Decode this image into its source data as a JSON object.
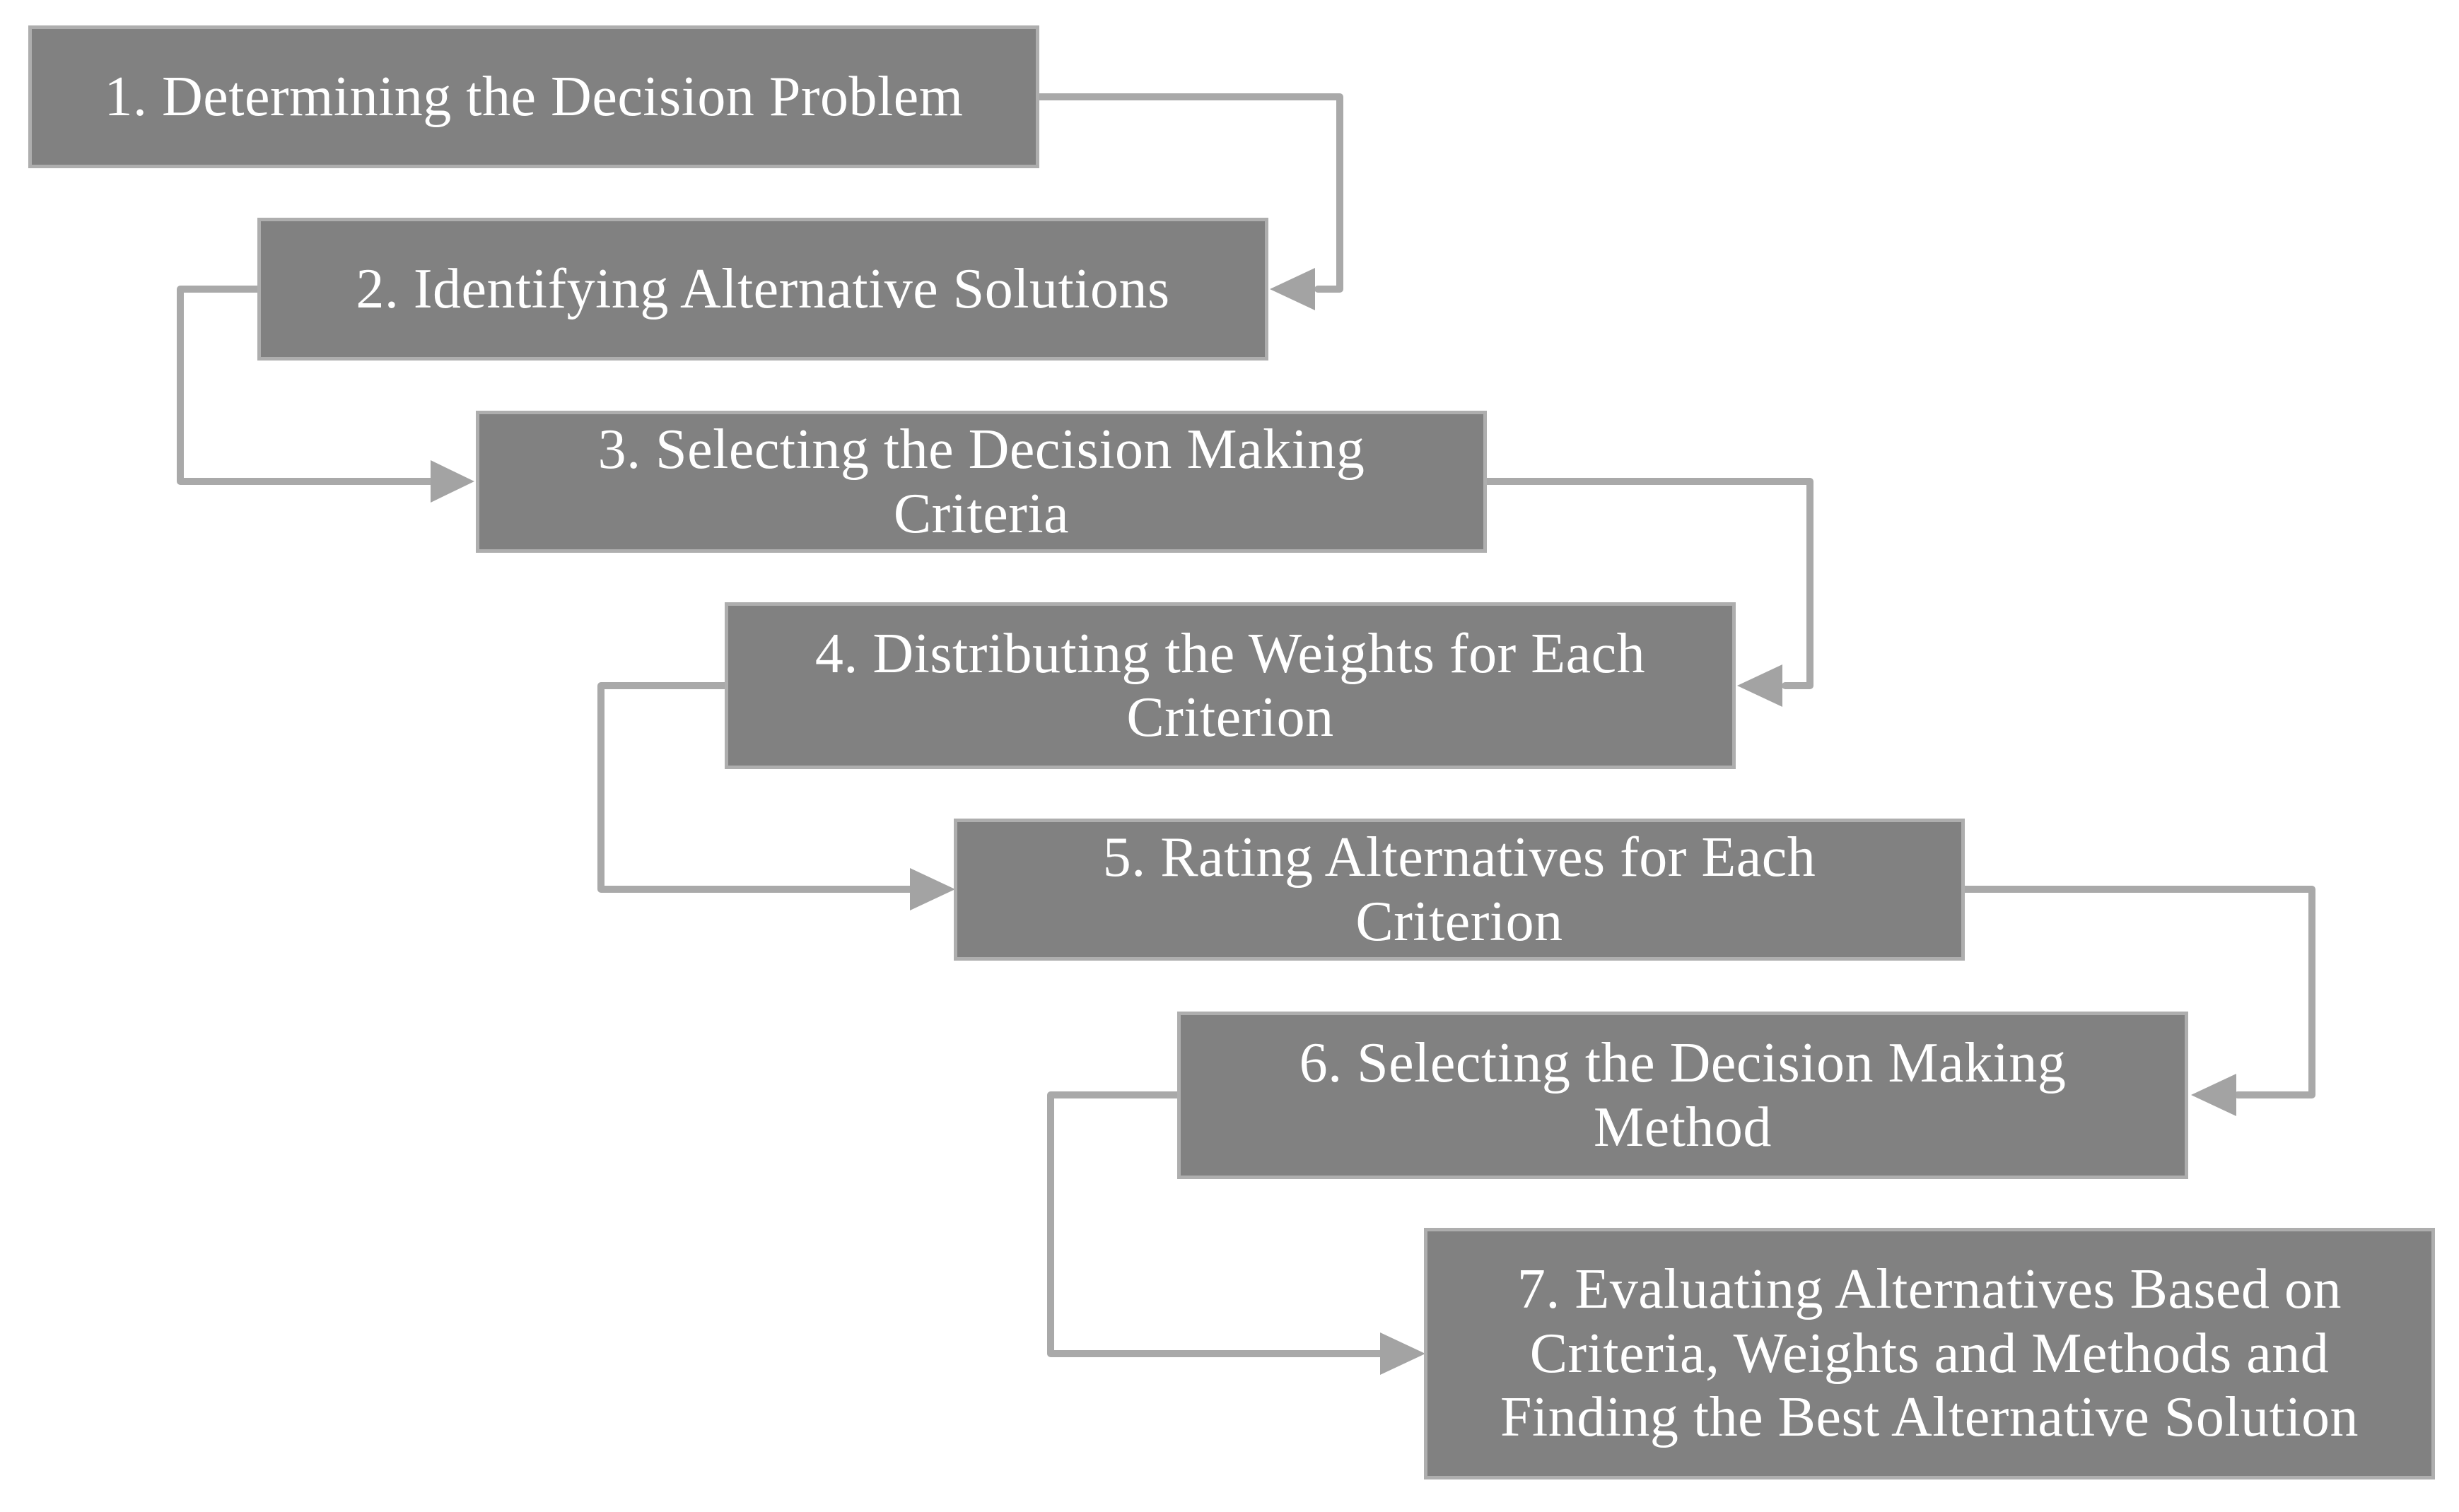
{
  "colors": {
    "background": "#ffffff",
    "box_fill": "#818181",
    "box_border": "#aeaeae",
    "box_text": "#ffffff",
    "connector_line": "#a9a9a9",
    "arrowhead": "#a3a3a3"
  },
  "diagram": {
    "type": "flowchart",
    "boxes": [
      {
        "step": 1,
        "lines": [
          "1. Determining the Decision Problem"
        ]
      },
      {
        "step": 2,
        "lines": [
          "2. Identifying Alternative Solutions"
        ]
      },
      {
        "step": 3,
        "lines": [
          "3. Selecting the Decision Making",
          "Criteria"
        ]
      },
      {
        "step": 4,
        "lines": [
          "4. Distributing the Weights for Each",
          "Criterion"
        ]
      },
      {
        "step": 5,
        "lines": [
          "5. Rating Alternatives for Each",
          "Criterion"
        ]
      },
      {
        "step": 6,
        "lines": [
          "6. Selecting the Decision Making",
          "Method"
        ]
      },
      {
        "step": 7,
        "lines": [
          "7. Evaluating Alternatives Based on",
          "Criteria, Weights and Methods and",
          "Finding the Best Alternative Solution"
        ]
      }
    ],
    "connectors": [
      {
        "from": 1,
        "to": 2,
        "arrow_direction": "left"
      },
      {
        "from": 2,
        "to": 3,
        "arrow_direction": "right"
      },
      {
        "from": 3,
        "to": 4,
        "arrow_direction": "left"
      },
      {
        "from": 4,
        "to": 5,
        "arrow_direction": "right"
      },
      {
        "from": 5,
        "to": 6,
        "arrow_direction": "left"
      },
      {
        "from": 6,
        "to": 7,
        "arrow_direction": "right"
      }
    ]
  }
}
